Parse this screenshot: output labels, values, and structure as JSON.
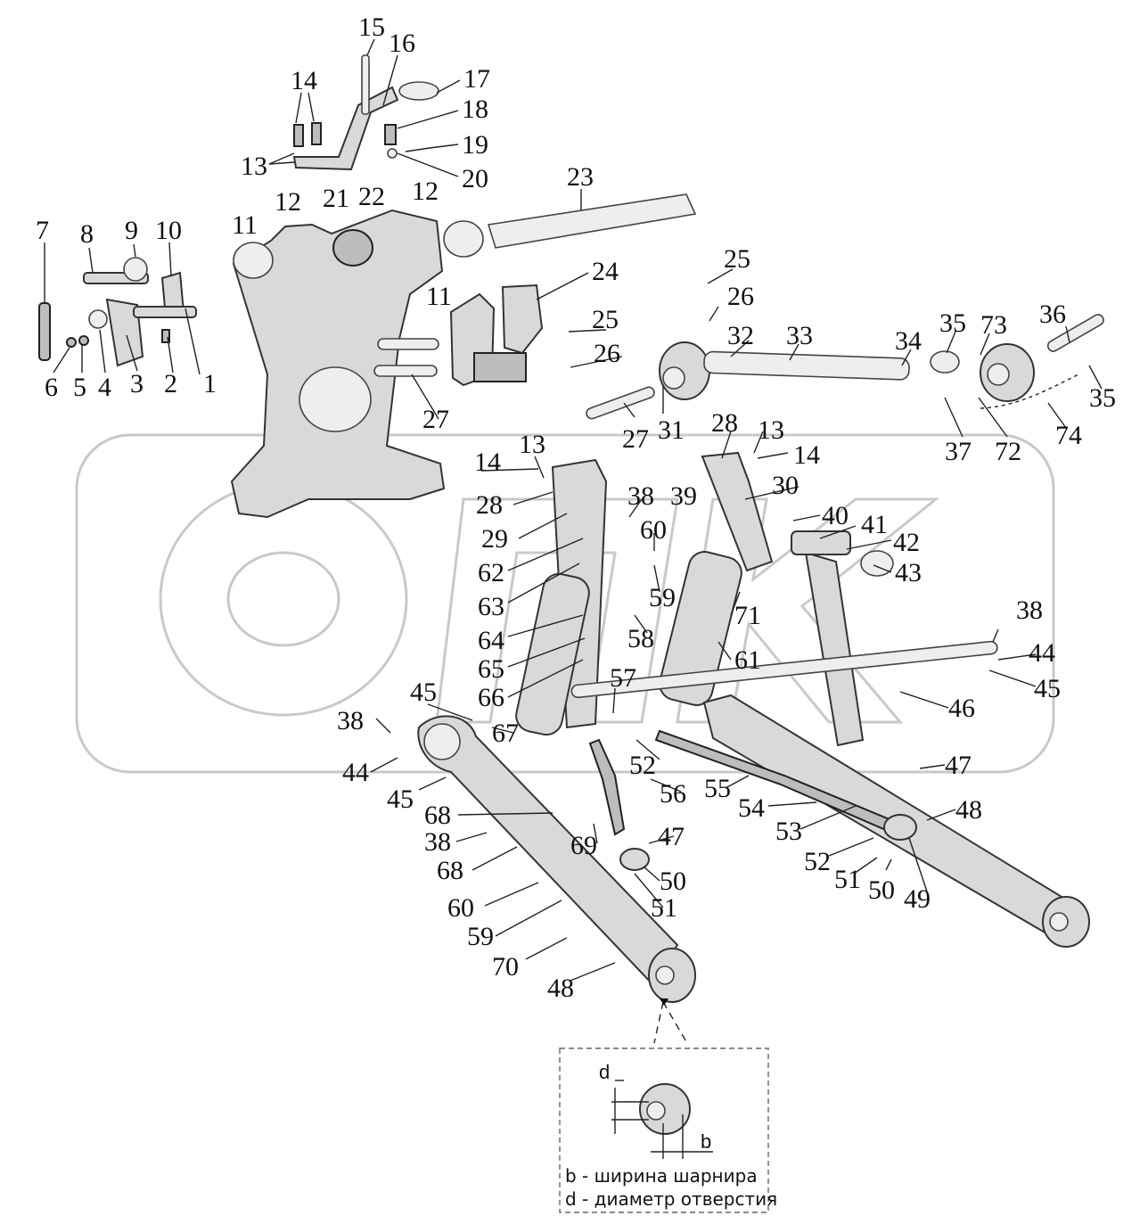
{
  "watermark_text": "ОПК",
  "callouts": [
    {
      "id": "c1",
      "label": "1"
    },
    {
      "id": "c2",
      "label": "2"
    },
    {
      "id": "c3",
      "label": "3"
    },
    {
      "id": "c4",
      "label": "4"
    },
    {
      "id": "c5",
      "label": "5"
    },
    {
      "id": "c6",
      "label": "6"
    },
    {
      "id": "c7",
      "label": "7"
    },
    {
      "id": "c8",
      "label": "8"
    },
    {
      "id": "c9",
      "label": "9"
    },
    {
      "id": "c10",
      "label": "10"
    },
    {
      "id": "c11a",
      "label": "11"
    },
    {
      "id": "c11b",
      "label": "11"
    },
    {
      "id": "c12a",
      "label": "12"
    },
    {
      "id": "c12b",
      "label": "12"
    },
    {
      "id": "c13a",
      "label": "13"
    },
    {
      "id": "c13b",
      "label": "13"
    },
    {
      "id": "c13c",
      "label": "13"
    },
    {
      "id": "c14a",
      "label": "14"
    },
    {
      "id": "c14b",
      "label": "14"
    },
    {
      "id": "c14c",
      "label": "14"
    },
    {
      "id": "c15",
      "label": "15"
    },
    {
      "id": "c16",
      "label": "16"
    },
    {
      "id": "c17",
      "label": "17"
    },
    {
      "id": "c18",
      "label": "18"
    },
    {
      "id": "c19",
      "label": "19"
    },
    {
      "id": "c20",
      "label": "20"
    },
    {
      "id": "c21",
      "label": "21"
    },
    {
      "id": "c22",
      "label": "22"
    },
    {
      "id": "c23",
      "label": "23"
    },
    {
      "id": "c24",
      "label": "24"
    },
    {
      "id": "c25a",
      "label": "25"
    },
    {
      "id": "c25b",
      "label": "25"
    },
    {
      "id": "c26a",
      "label": "26"
    },
    {
      "id": "c26b",
      "label": "26"
    },
    {
      "id": "c27a",
      "label": "27"
    },
    {
      "id": "c27b",
      "label": "27"
    },
    {
      "id": "c28a",
      "label": "28"
    },
    {
      "id": "c28b",
      "label": "28"
    },
    {
      "id": "c29",
      "label": "29"
    },
    {
      "id": "c30",
      "label": "30"
    },
    {
      "id": "c31",
      "label": "31"
    },
    {
      "id": "c32",
      "label": "32"
    },
    {
      "id": "c33",
      "label": "33"
    },
    {
      "id": "c34",
      "label": "34"
    },
    {
      "id": "c35a",
      "label": "35"
    },
    {
      "id": "c35b",
      "label": "35"
    },
    {
      "id": "c36",
      "label": "36"
    },
    {
      "id": "c37",
      "label": "37"
    },
    {
      "id": "c38a",
      "label": "38"
    },
    {
      "id": "c38b",
      "label": "38"
    },
    {
      "id": "c38c",
      "label": "38"
    },
    {
      "id": "c38d",
      "label": "38"
    },
    {
      "id": "c39",
      "label": "39"
    },
    {
      "id": "c40",
      "label": "40"
    },
    {
      "id": "c41",
      "label": "41"
    },
    {
      "id": "c42",
      "label": "42"
    },
    {
      "id": "c43",
      "label": "43"
    },
    {
      "id": "c44a",
      "label": "44"
    },
    {
      "id": "c44b",
      "label": "44"
    },
    {
      "id": "c45a",
      "label": "45"
    },
    {
      "id": "c45b",
      "label": "45"
    },
    {
      "id": "c45c",
      "label": "45"
    },
    {
      "id": "c46",
      "label": "46"
    },
    {
      "id": "c47a",
      "label": "47"
    },
    {
      "id": "c47b",
      "label": "47"
    },
    {
      "id": "c48a",
      "label": "48"
    },
    {
      "id": "c48b",
      "label": "48"
    },
    {
      "id": "c49",
      "label": "49"
    },
    {
      "id": "c50a",
      "label": "50"
    },
    {
      "id": "c50b",
      "label": "50"
    },
    {
      "id": "c51a",
      "label": "51"
    },
    {
      "id": "c51b",
      "label": "51"
    },
    {
      "id": "c52a",
      "label": "52"
    },
    {
      "id": "c52b",
      "label": "52"
    },
    {
      "id": "c53",
      "label": "53"
    },
    {
      "id": "c54",
      "label": "54"
    },
    {
      "id": "c55",
      "label": "55"
    },
    {
      "id": "c56",
      "label": "56"
    },
    {
      "id": "c57",
      "label": "57"
    },
    {
      "id": "c58",
      "label": "58"
    },
    {
      "id": "c59a",
      "label": "59"
    },
    {
      "id": "c59b",
      "label": "59"
    },
    {
      "id": "c60a",
      "label": "60"
    },
    {
      "id": "c60b",
      "label": "60"
    },
    {
      "id": "c61",
      "label": "61"
    },
    {
      "id": "c62",
      "label": "62"
    },
    {
      "id": "c63",
      "label": "63"
    },
    {
      "id": "c64",
      "label": "64"
    },
    {
      "id": "c65",
      "label": "65"
    },
    {
      "id": "c66",
      "label": "66"
    },
    {
      "id": "c67",
      "label": "67"
    },
    {
      "id": "c68a",
      "label": "68"
    },
    {
      "id": "c68b",
      "label": "68"
    },
    {
      "id": "c69",
      "label": "69"
    },
    {
      "id": "c70",
      "label": "70"
    },
    {
      "id": "c71",
      "label": "71"
    },
    {
      "id": "c72",
      "label": "72"
    },
    {
      "id": "c73",
      "label": "73"
    },
    {
      "id": "c74",
      "label": "74"
    }
  ],
  "detail": {
    "dim_d": "d",
    "dim_b": "b",
    "legend_b": "b -  ширина шарнира",
    "legend_d": "d - диаметр отверстия"
  }
}
